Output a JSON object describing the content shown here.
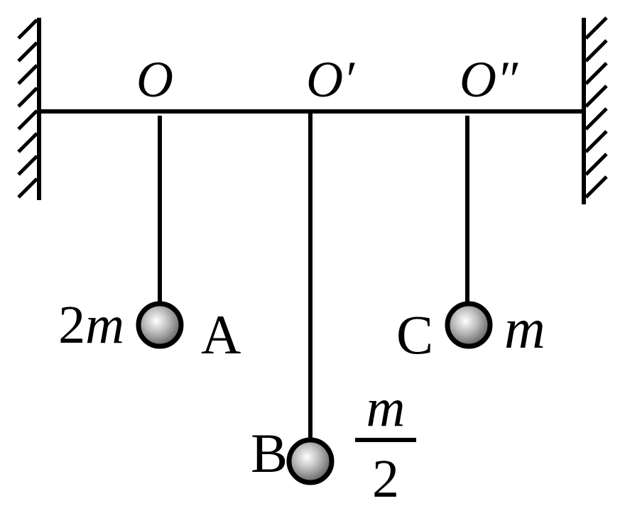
{
  "pivots": {
    "o": "O",
    "o_prime": "O′",
    "o_double_prime": "O″"
  },
  "balls": {
    "a": {
      "name": "A",
      "mass_coef": "2",
      "mass_var": "m"
    },
    "b": {
      "name": "B",
      "mass_num": "m",
      "mass_den": "2"
    },
    "c": {
      "name": "C",
      "mass_var": "m"
    }
  },
  "colors": {
    "ink": "#000000",
    "ball_light": "#ffffff",
    "ball_dark": "#6e6e6e"
  }
}
